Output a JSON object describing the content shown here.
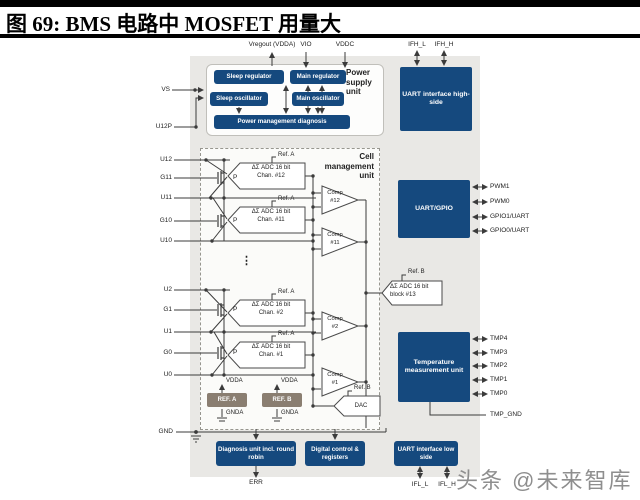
{
  "figure": {
    "title": "图 69:  BMS 电路中 MOSFET 用量大"
  },
  "watermark": "头条 @未来智库",
  "io": {
    "vregout": "Vregout (VDDA)",
    "vio": "VIO",
    "vddc": "VDDC",
    "ifh_l": "IFH_L",
    "ifh_h": "IFH_H",
    "vs": "VS",
    "u12p": "U12P",
    "gnd": "GND",
    "pwm": [
      "PWM1",
      "PWM0",
      "GPIO1/UART",
      "GPIO0/UART"
    ],
    "tmp": [
      "TMP4",
      "TMP3",
      "TMP2",
      "TMP1",
      "TMP0"
    ],
    "tmp_gnd": "TMP_GND",
    "ifl_l": "IFL_L",
    "ifl_h": "IFL_H",
    "err": "ERR"
  },
  "power": {
    "name": "Power supply unit",
    "sleep_regulator": "Sleep regulator",
    "main_regulator": "Main regulator",
    "sleep_oscillator": "Sleep oscillator",
    "main_oscillator": "Main oscillator",
    "diagnosis": "Power management diagnosis"
  },
  "cell": {
    "name": "Cell management unit",
    "inputs_top": [
      "U12",
      "G11",
      "U11",
      "G10",
      "U10"
    ],
    "inputs_bottom": [
      "U2",
      "G1",
      "U1",
      "G0",
      "U0"
    ],
    "ellipsis": "⋮",
    "adc_label": "ΔΣ ADC 16 bit",
    "adc_channels": [
      "Chan. #12",
      "Chan. #11",
      "Chan. #2",
      "Chan. #1"
    ],
    "ref_a": "Ref. A",
    "ref_b": "Ref. B",
    "comp_label": "Comp",
    "comp_ids": [
      "#12",
      "#11",
      "#2",
      "#1"
    ],
    "p_label": "P",
    "vdda": "VDDA",
    "gnda": "GNDA",
    "ref_a_box": "REF. A",
    "ref_b_box": "REF. B",
    "dac": "DAC"
  },
  "blocks": {
    "uart_high": "UART interface high-side",
    "uart_gpio": "UART/GPIO",
    "adc13": "ΔΣ ADC 16 bit block #13",
    "temp": "Temperature measurement unit",
    "uart_low": "UART interface low side",
    "diag_unit": "Diagnosis unit incl. round robin",
    "digital": "Digital control & registers"
  }
}
